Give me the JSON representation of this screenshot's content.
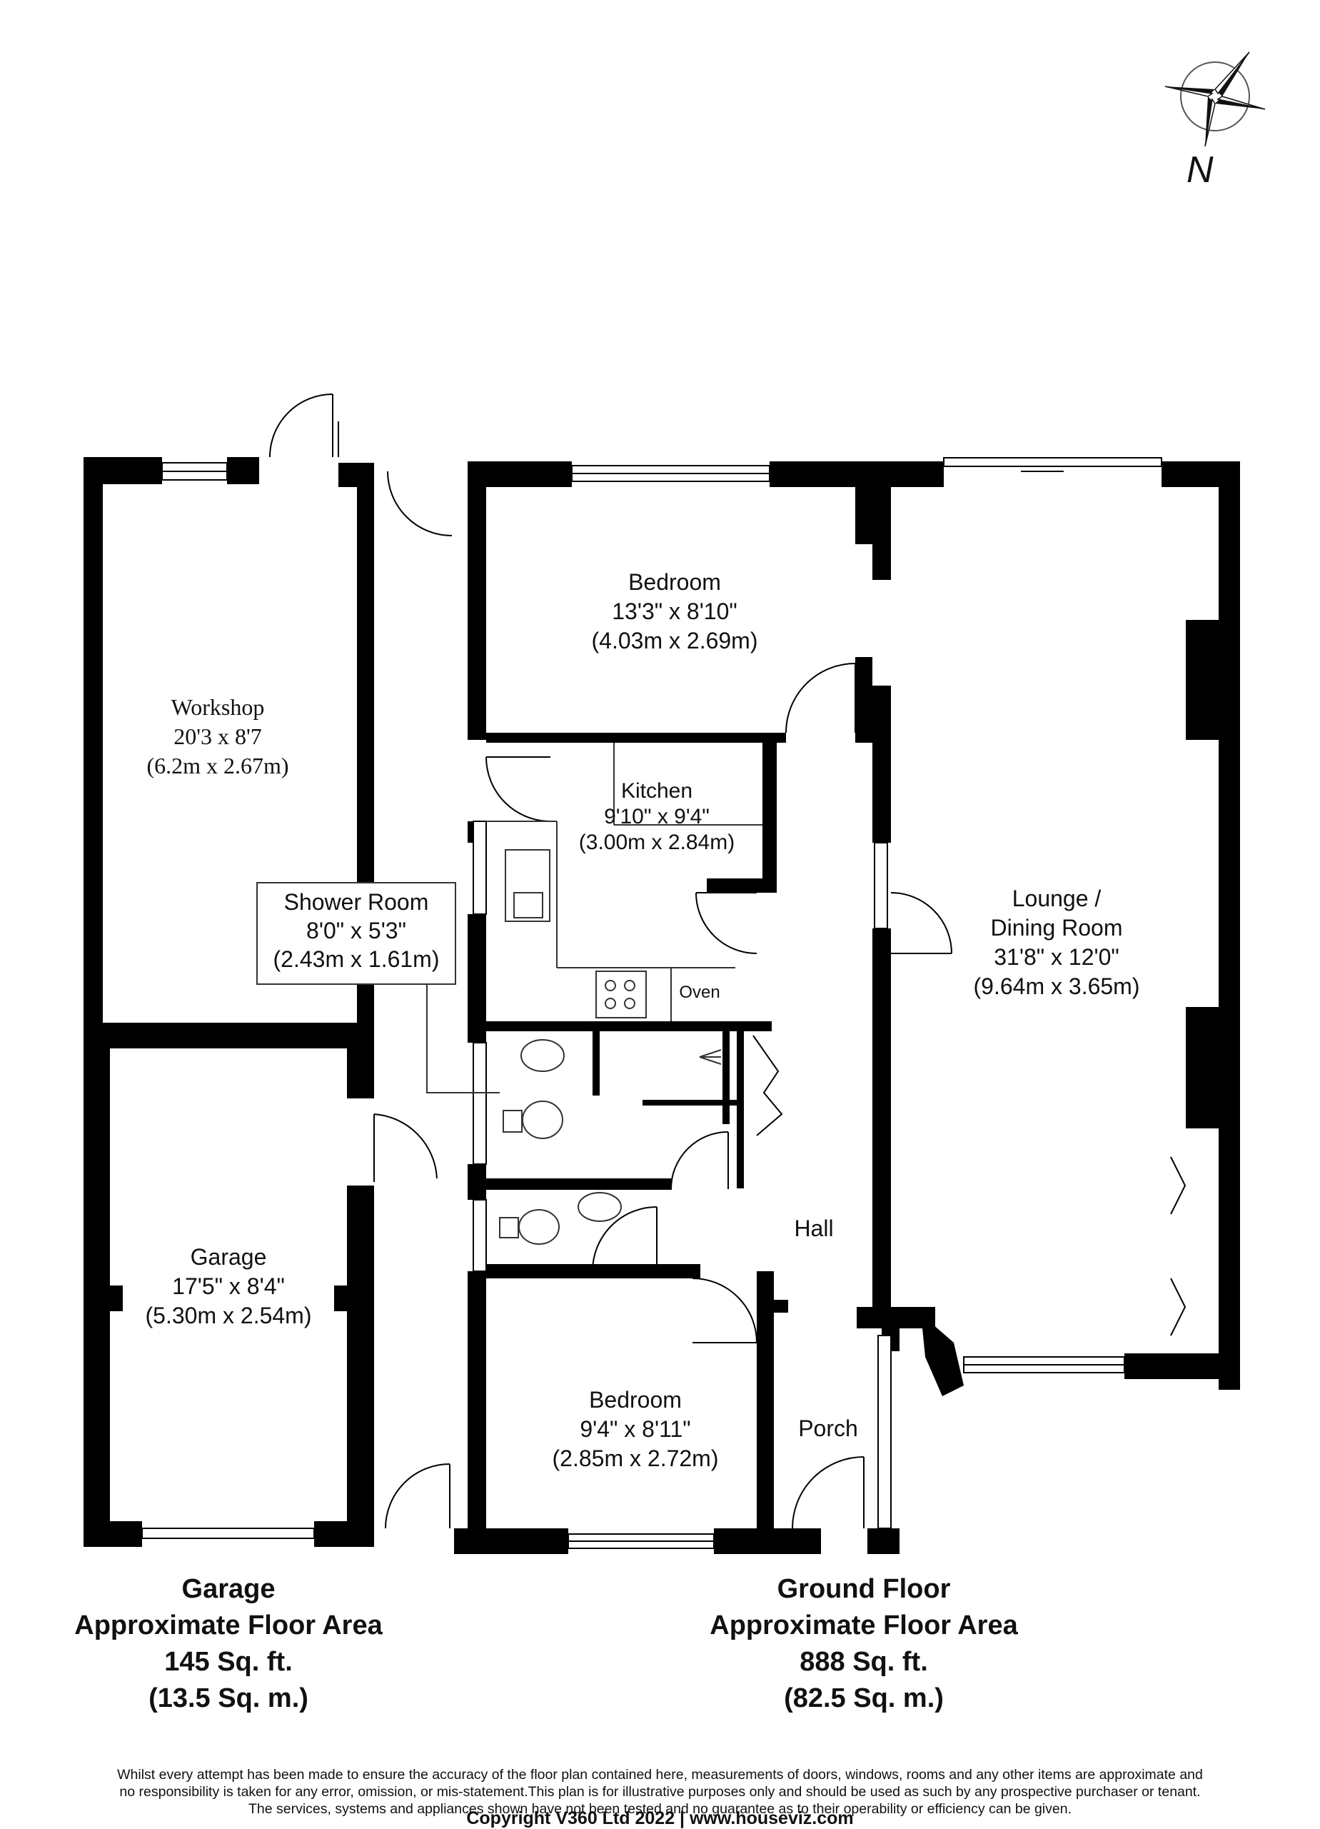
{
  "rooms": {
    "workshop": {
      "name": "Workshop",
      "dims_imperial": "20'3 x 8'7",
      "dims_metric": "(6.2m x 2.67m)"
    },
    "bedroom_1": {
      "name": "Bedroom",
      "dims_imperial": "13'3\" x 8'10\"",
      "dims_metric": "(4.03m x 2.69m)"
    },
    "kitchen": {
      "name": "Kitchen",
      "dims_imperial": "9'10\" x 9'4\"",
      "dims_metric": "(3.00m x 2.84m)",
      "appliance": "Oven"
    },
    "shower_room": {
      "name": "Shower Room",
      "dims_imperial": "8'0\" x 5'3\"",
      "dims_metric": "(2.43m x 1.61m)"
    },
    "lounge": {
      "name_line1": "Lounge /",
      "name_line2": "Dining Room",
      "dims_imperial": "31'8\" x 12'0\"",
      "dims_metric": "(9.64m x 3.65m)"
    },
    "garage": {
      "name": "Garage",
      "dims_imperial": "17'5\" x 8'4\"",
      "dims_metric": "(5.30m x 2.54m)"
    },
    "hall": {
      "name": "Hall"
    },
    "porch": {
      "name": "Porch"
    },
    "bedroom_2": {
      "name": "Bedroom",
      "dims_imperial": "9'4\" x 8'11\"",
      "dims_metric": "(2.85m x 2.72m)"
    }
  },
  "floor_areas": {
    "garage": {
      "title": "Garage",
      "subtitle": "Approximate Floor Area",
      "sqft": "145 Sq. ft.",
      "sqm": "(13.5 Sq. m.)"
    },
    "ground": {
      "title": "Ground Floor",
      "subtitle": "Approximate Floor Area",
      "sqft": "888 Sq. ft.",
      "sqm": "(82.5 Sq. m.)"
    }
  },
  "compass": {
    "label": "N"
  },
  "footer": {
    "disclaimer_line1": "Whilst every attempt has been made to ensure the accuracy of the floor plan contained here, measurements of doors, windows, rooms and any other items are approximate and",
    "disclaimer_line2": "no responsibility is taken for any error, omission, or mis-statement.This plan is for illustrative purposes only and should be used as such by any prospective purchaser or tenant.",
    "disclaimer_line3": "The services, systems and appliances shown have not been tested and no guarantee as to their operability or efficiency can be given.",
    "copyright": "Copyright V360 Ltd 2022 | www.houseviz.com"
  },
  "colors": {
    "wall": "#000000",
    "background": "#ffffff",
    "line": "#333333"
  }
}
